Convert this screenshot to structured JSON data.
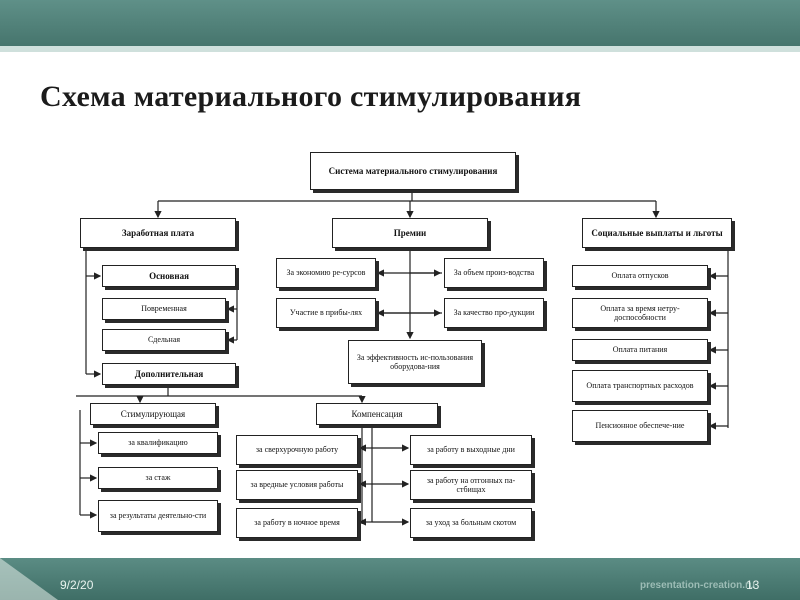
{
  "slide": {
    "title": "Схема материального стимулирования",
    "footer_date": "9/2/20",
    "page_number": "13",
    "brand": "presentation-creation.ru"
  },
  "diagram": {
    "root": "Система материального стимулирования",
    "salary": {
      "title": "Заработная плата",
      "basic": "Основная",
      "time_based": "Повременная",
      "piece_rate": "Сдельная",
      "additional": "Дополнительная",
      "incentive": "Стимулирующая",
      "incentive_items": [
        "за квалификацию",
        "за стаж",
        "за результаты деятельно-сти"
      ],
      "compensation": "Компенсация",
      "compensation_left": [
        "за сверхурочную работу",
        "за вредные условия работы",
        "за работу в ночное время"
      ],
      "compensation_right": [
        "за работу в выходные дни",
        "за работу на отгонных па-стбищах",
        "за уход за больным скотом"
      ]
    },
    "bonuses": {
      "title": "Премии",
      "items": [
        "За экономию ре-сурсов",
        "Участие в прибы-лях",
        "За объем произ-водства",
        "За качество про-дукции",
        "За эффективность ис-пользования оборудова-ния"
      ]
    },
    "social": {
      "title": "Социальные выплаты и льготы",
      "items": [
        "Оплата отпусков",
        "Оплата за время нетру-доспособности",
        "Оплата питания",
        "Оплата транспортных расходов",
        "Пенсионное обеспече-ние"
      ]
    }
  }
}
